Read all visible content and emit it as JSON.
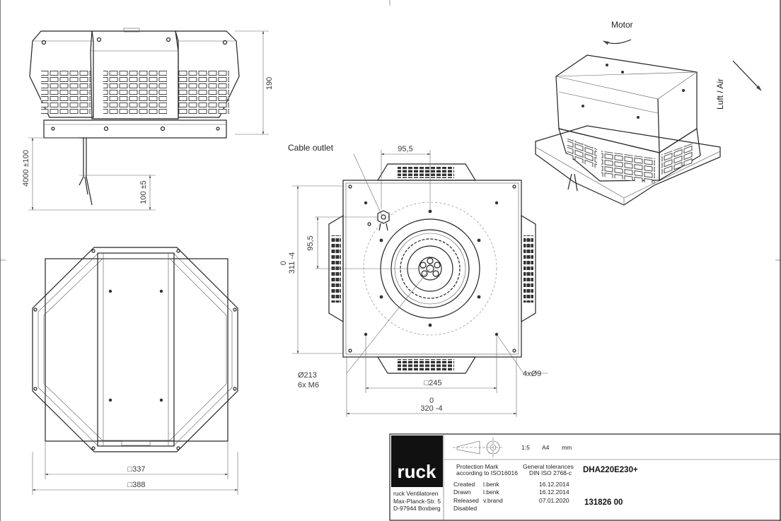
{
  "side_view": {
    "height_dim": "190",
    "cable_length_dim": "4000 ±100",
    "strip_length_dim": "100 ±5"
  },
  "top_view": {
    "inner_dim": "□337",
    "outer_dim": "□388"
  },
  "bottom_view": {
    "cable_outlet_label": "Cable outlet",
    "offset_x_dim": "95,5",
    "offset_y_dim": "95,5",
    "height_dim_top": "0",
    "height_dim_bottom": "311 -4",
    "bolt_circle_dim": "Ø213",
    "bolt_circle_thread": "6x M6",
    "square_dim": "□245",
    "holes_dim": "4xØ9",
    "width_dim_top": "0",
    "width_dim_bottom": "320 -4"
  },
  "iso_view": {
    "motor_label": "Motor",
    "air_label": "Luft / Air"
  },
  "title_block": {
    "logo_text": "ruck",
    "company_name": "ruck Ventilatoren",
    "company_street": "Max-Planck-Str. 5",
    "company_city": "D-97944 Boxberg",
    "scale": "1:5",
    "paper": "A4",
    "unit": "mm",
    "protection_mark_line1": "Protection Mark",
    "protection_mark_line2": "according to ISO16016",
    "tolerances_line1": "General tolerances",
    "tolerances_line2": "DIN ISO 2768-c",
    "part_name": "DHA220E230+",
    "created_label": "Created",
    "created_by": "l.benk",
    "created_date": "16.12.2014",
    "drawn_label": "Drawn",
    "drawn_by": "l.benk",
    "drawn_date": "16.12.2014",
    "released_label": "Released",
    "released_by": "v.brand",
    "released_date": "07.01.2020",
    "disabled_label": "Disabled",
    "part_number": "131826 00"
  }
}
